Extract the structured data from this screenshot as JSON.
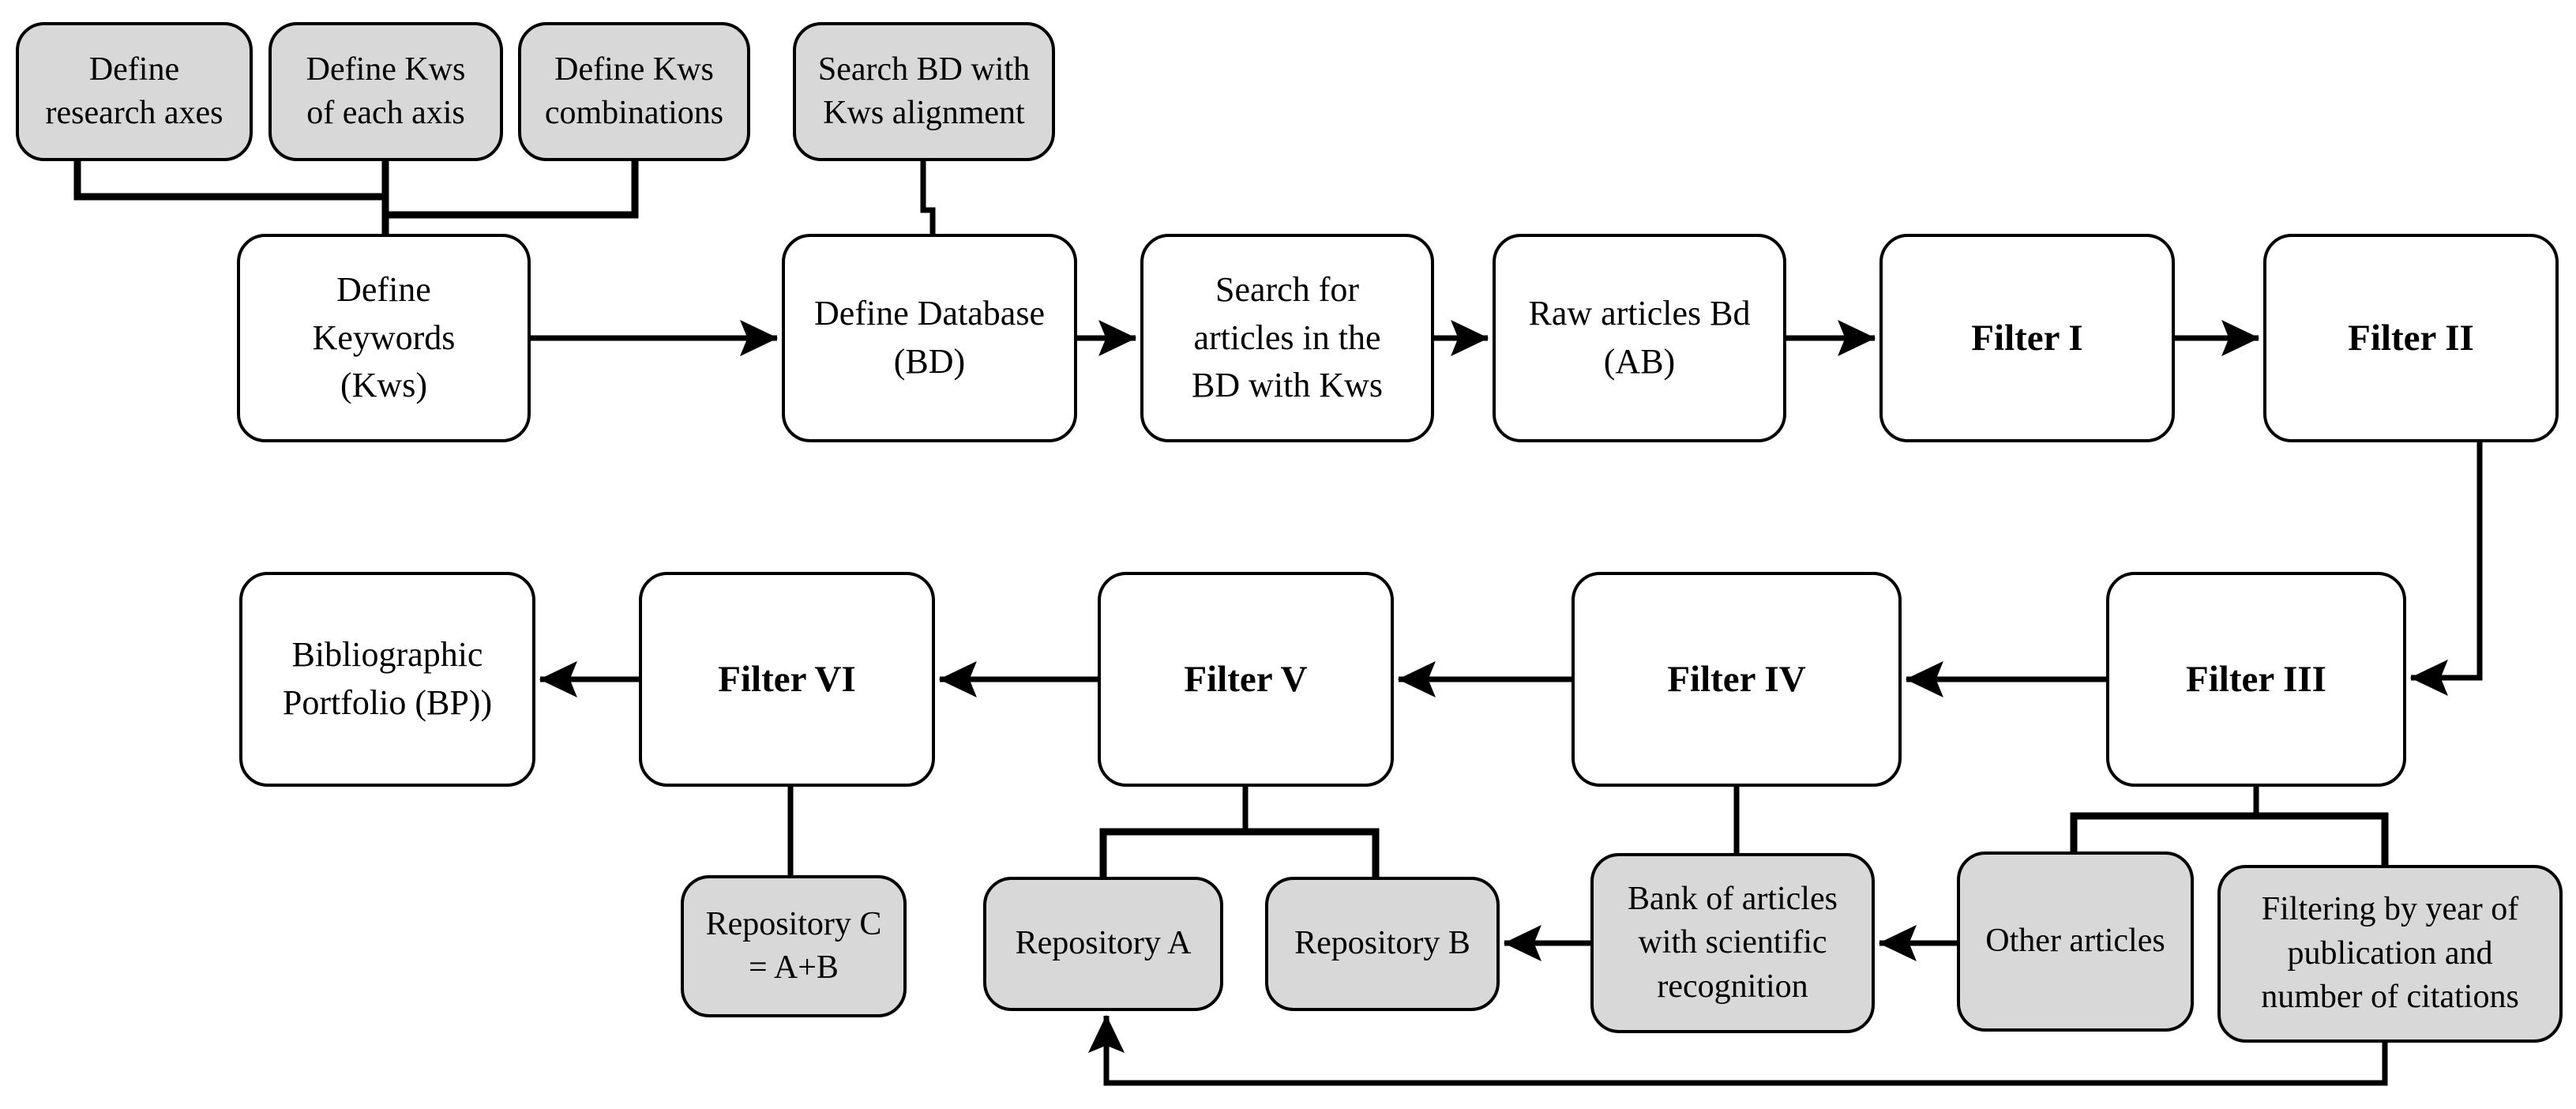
{
  "diagram": {
    "colors": {
      "node-fill-gray": "#d8d8d8",
      "node-fill-white": "#ffffff",
      "node-border": "#000000",
      "connector": "#000000",
      "background": "#ffffff"
    },
    "nodes": {
      "define_research_axes": {
        "label": "Define\nresearch axes"
      },
      "define_kws_each_axis": {
        "label": "Define Kws\nof each axis"
      },
      "define_kws_combinations": {
        "label": "Define Kws\ncombinations"
      },
      "search_bd_kws_alignment": {
        "label": "Search BD with\nKws alignment"
      },
      "define_keywords": {
        "label": "Define\nKeywords\n(Kws)"
      },
      "define_database": {
        "label": "Define Database\n(BD)"
      },
      "search_articles": {
        "label": "Search for\narticles in the\nBD with Kws"
      },
      "raw_articles": {
        "label": "Raw articles Bd\n(AB)"
      },
      "filter_i": {
        "label": "Filter I"
      },
      "filter_ii": {
        "label": "Filter II"
      },
      "bibliographic_portfolio": {
        "label": "Bibliographic\nPortfolio (BP))"
      },
      "filter_vi": {
        "label": "Filter VI"
      },
      "filter_v": {
        "label": "Filter V"
      },
      "filter_iv": {
        "label": "Filter IV"
      },
      "filter_iii": {
        "label": "Filter III"
      },
      "repository_c": {
        "label": "Repository C\n= A+B"
      },
      "repository_a": {
        "label": "Repository A"
      },
      "repository_b": {
        "label": "Repository B"
      },
      "bank_articles": {
        "label": "Bank of articles\nwith scientific\nrecognition"
      },
      "other_articles": {
        "label": "Other articles"
      },
      "filtering_year": {
        "label": "Filtering by year of\npublication and\nnumber of citations"
      }
    },
    "edges": [
      {
        "from": "define_research_axes",
        "to": "define_keywords",
        "arrow": false
      },
      {
        "from": "define_kws_each_axis",
        "to": "define_keywords",
        "arrow": false
      },
      {
        "from": "define_kws_combinations",
        "to": "define_keywords",
        "arrow": false
      },
      {
        "from": "search_bd_kws_alignment",
        "to": "define_database",
        "arrow": false
      },
      {
        "from": "define_keywords",
        "to": "define_database",
        "arrow": true
      },
      {
        "from": "define_database",
        "to": "search_articles",
        "arrow": true
      },
      {
        "from": "search_articles",
        "to": "raw_articles",
        "arrow": true
      },
      {
        "from": "raw_articles",
        "to": "filter_i",
        "arrow": true
      },
      {
        "from": "filter_i",
        "to": "filter_ii",
        "arrow": true
      },
      {
        "from": "filter_ii",
        "to": "filter_iii",
        "arrow": true
      },
      {
        "from": "filter_iii",
        "to": "filter_iv",
        "arrow": true
      },
      {
        "from": "filter_iv",
        "to": "filter_v",
        "arrow": true
      },
      {
        "from": "filter_v",
        "to": "filter_vi",
        "arrow": true
      },
      {
        "from": "filter_vi",
        "to": "bibliographic_portfolio",
        "arrow": true
      },
      {
        "from": "filter_vi",
        "to": "repository_c",
        "arrow": false
      },
      {
        "from": "filter_v",
        "to": "repository_a",
        "arrow": false
      },
      {
        "from": "filter_v",
        "to": "repository_b",
        "arrow": false
      },
      {
        "from": "filter_iv",
        "to": "bank_articles",
        "arrow": false
      },
      {
        "from": "filter_iii",
        "to": "other_articles",
        "arrow": false
      },
      {
        "from": "filter_iii",
        "to": "filtering_year",
        "arrow": false
      },
      {
        "from": "other_articles",
        "to": "bank_articles",
        "arrow": true
      },
      {
        "from": "bank_articles",
        "to": "repository_b",
        "arrow": true
      },
      {
        "from": "filtering_year",
        "to": "repository_a",
        "arrow": true
      }
    ]
  }
}
